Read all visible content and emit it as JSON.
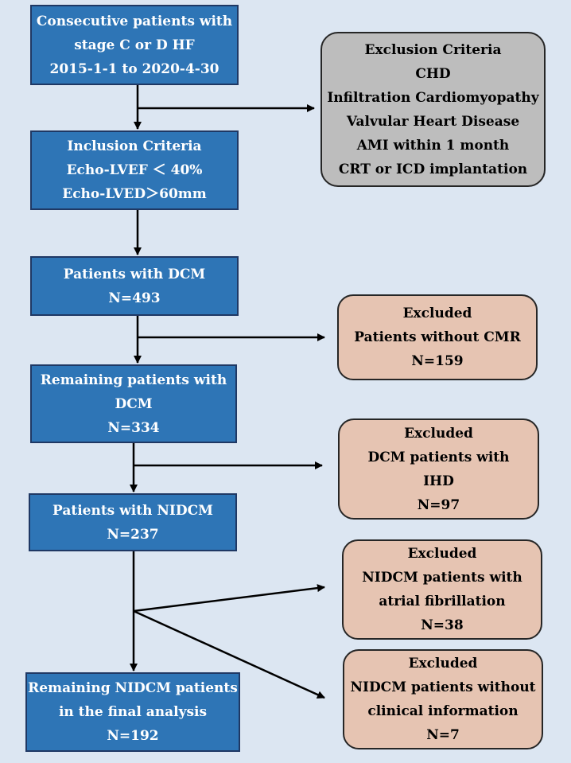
{
  "boxes": {
    "start": [
      "Consecutive patients with",
      "stage C or D HF",
      "2015-1-1 to 2020-4-30"
    ],
    "exclusion_criteria": [
      "Exclusion Criteria",
      "CHD",
      "Infiltration Cardiomyopathy",
      "Valvular Heart Disease",
      "AMI within 1 month",
      "CRT or ICD implantation"
    ],
    "inclusion_criteria": [
      "Inclusion Criteria",
      "Echo-LVEF ＜ 40%",
      "Echo-LVED＞60mm"
    ],
    "dcm": [
      "Patients with DCM",
      "N=493"
    ],
    "excluded_no_cmr": [
      "Excluded",
      "Patients without CMR",
      "N=159"
    ],
    "remaining_dcm": [
      "Remaining patients with",
      "DCM",
      "N=334"
    ],
    "excluded_ihd": [
      "Excluded",
      "DCM patients with",
      "IHD",
      "N=97"
    ],
    "nidcm": [
      "Patients with NIDCM",
      "N=237"
    ],
    "excluded_af": [
      "Excluded",
      "NIDCM patients with",
      "atrial fibrillation",
      "N=38"
    ],
    "excluded_no_clinical": [
      "Excluded",
      "NIDCM patients without",
      "clinical information",
      "N=7"
    ],
    "final": [
      "Remaining NIDCM patients",
      "in the final analysis",
      "N=192"
    ]
  },
  "colors": {
    "background": "#dce6f2",
    "main_box": "#2e75b6",
    "exclusion_box": "#bdbdbd",
    "excluded_box": "#e6c4b2",
    "arrow": "#000000"
  }
}
